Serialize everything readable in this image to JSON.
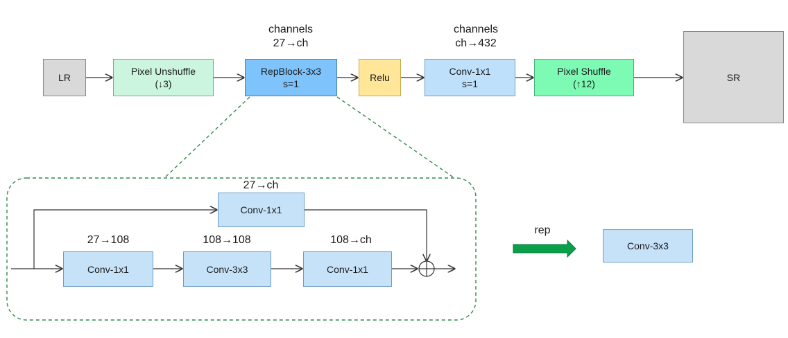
{
  "main_flow": {
    "lr": "LR",
    "pixel_unshuffle": {
      "line1": "Pixel Unshuffle",
      "line2": "(↓3)"
    },
    "repblock": {
      "line1": "RepBlock-3x3",
      "line2": "s=1"
    },
    "relu": "Relu",
    "conv1x1": {
      "line1": "Conv-1x1",
      "line2": "s=1"
    },
    "pixel_shuffle": {
      "line1": "Pixel Shuffle",
      "line2": "(↑12)"
    },
    "sr": "SR",
    "repblock_channels": {
      "line1": "channels",
      "line2": "27→ch"
    },
    "conv_channels": {
      "line1": "channels",
      "line2": "ch→432"
    }
  },
  "repblock_detail": {
    "top_branch": {
      "label": "27→ch",
      "box": "Conv-1x1"
    },
    "chain": [
      {
        "label": "27→108",
        "box": "Conv-1x1"
      },
      {
        "label": "108→108",
        "box": "Conv-3x3"
      },
      {
        "label": "108→ch",
        "box": "Conv-1x1"
      }
    ]
  },
  "rep": {
    "label": "rep",
    "result": "Conv-3x3"
  },
  "colors": {
    "arrow": "#333333",
    "dashed_outline": "#2e8b4e",
    "rep_arrow": "#0aa04a"
  }
}
